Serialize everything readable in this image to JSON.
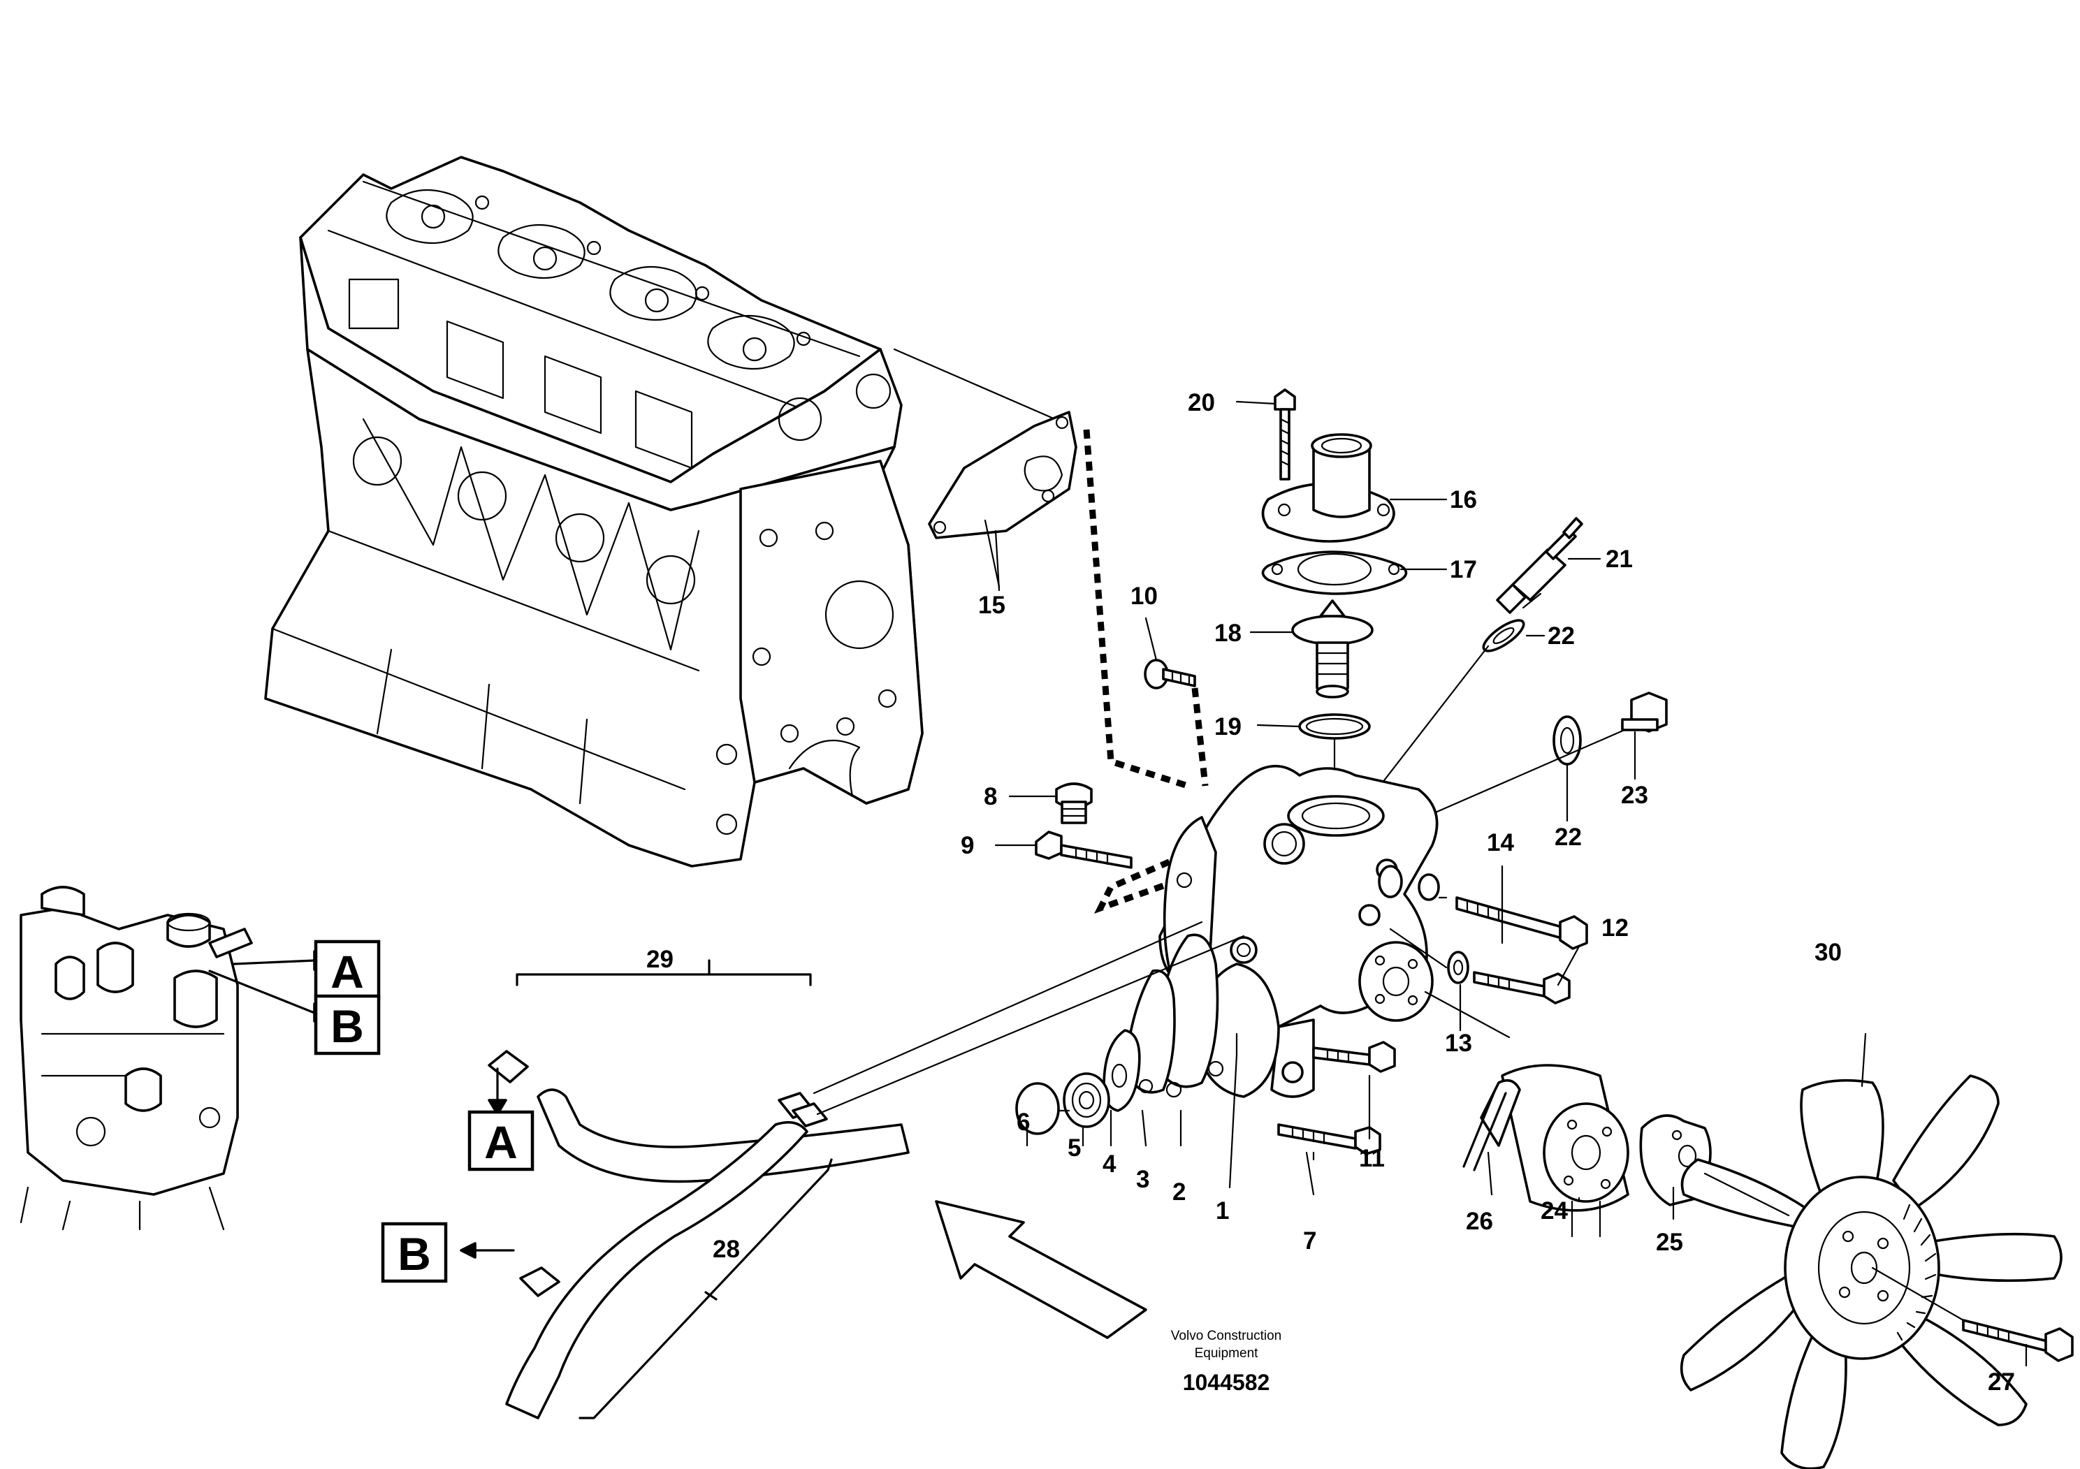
{
  "part_numbers": {
    "p1": "1",
    "p2": "2",
    "p3": "3",
    "p4": "4",
    "p5": "5",
    "p6": "6",
    "p7": "7",
    "p8": "8",
    "p9": "9",
    "p10": "10",
    "p11": "11",
    "p12": "12",
    "p13": "13",
    "p14": "14",
    "p15": "15",
    "p16": "16",
    "p17": "17",
    "p18": "18",
    "p19": "19",
    "p20": "20",
    "p21": "21",
    "p22a": "22",
    "p22b": "22",
    "p23": "23",
    "p24": "24",
    "p25": "25",
    "p26": "26",
    "p27": "27",
    "p28": "28",
    "p29": "29",
    "p30": "30"
  },
  "reference_labels": {
    "a_top": "A",
    "b_top": "B",
    "a_hose": "A",
    "b_hose": "B"
  },
  "caption": {
    "line1": "Volvo Construction",
    "line2": "Equipment",
    "document_number": "1044582"
  }
}
